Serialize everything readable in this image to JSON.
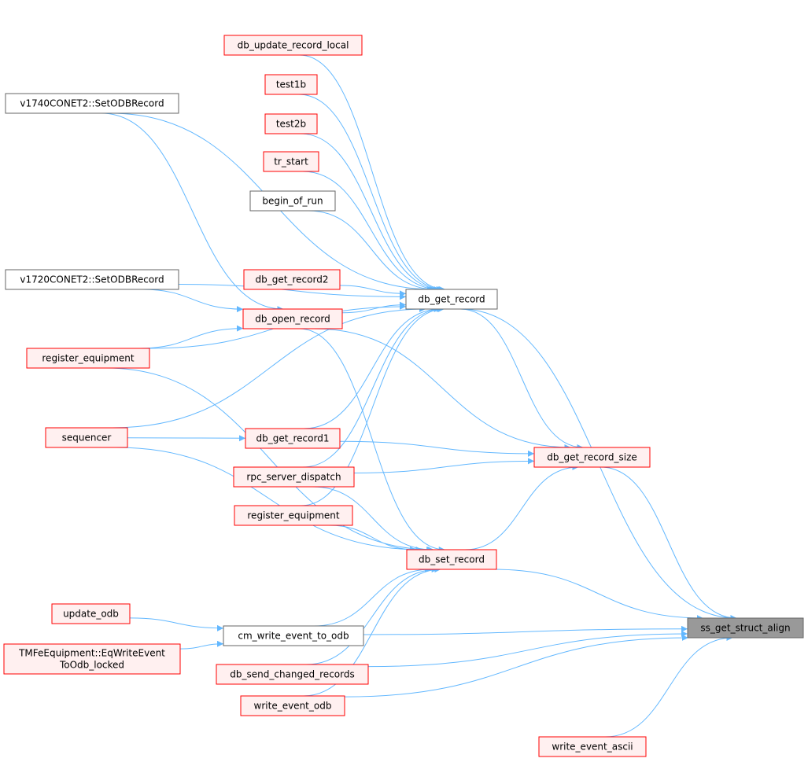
{
  "title": "ss_get_struct_align",
  "colors": {
    "edge": "#63b8ff",
    "node_red_border": "#ff0000",
    "node_red_fill": "#fff0f0",
    "node_plain_border": "#666666",
    "node_plain_fill": "#ffffff",
    "node_focus_fill": "#999999",
    "node_focus_border": "#666666"
  },
  "nodes": [
    {
      "id": "db_update_record_local",
      "lines": [
        "db_update_record_local"
      ],
      "style": "red"
    },
    {
      "id": "test1b",
      "lines": [
        "test1b"
      ],
      "style": "red"
    },
    {
      "id": "test2b",
      "lines": [
        "test2b"
      ],
      "style": "red"
    },
    {
      "id": "tr_start",
      "lines": [
        "tr_start"
      ],
      "style": "red"
    },
    {
      "id": "begin_of_run",
      "lines": [
        "begin_of_run"
      ],
      "style": "plain"
    },
    {
      "id": "v1740",
      "lines": [
        "v1740CONET2::SetODBRecord"
      ],
      "style": "plain"
    },
    {
      "id": "v1720",
      "lines": [
        "v1720CONET2::SetODBRecord"
      ],
      "style": "plain"
    },
    {
      "id": "db_get_record2",
      "lines": [
        "db_get_record2"
      ],
      "style": "red"
    },
    {
      "id": "db_get_record",
      "lines": [
        "db_get_record"
      ],
      "style": "plain"
    },
    {
      "id": "db_open_record",
      "lines": [
        "db_open_record"
      ],
      "style": "red"
    },
    {
      "id": "register_equipment_l",
      "lines": [
        "register_equipment"
      ],
      "style": "red"
    },
    {
      "id": "sequencer",
      "lines": [
        "sequencer"
      ],
      "style": "red"
    },
    {
      "id": "db_get_record1",
      "lines": [
        "db_get_record1"
      ],
      "style": "red"
    },
    {
      "id": "db_get_record_size",
      "lines": [
        "db_get_record_size"
      ],
      "style": "red"
    },
    {
      "id": "rpc_server_dispatch",
      "lines": [
        "rpc_server_dispatch"
      ],
      "style": "red"
    },
    {
      "id": "register_equipment_m",
      "lines": [
        "register_equipment"
      ],
      "style": "red"
    },
    {
      "id": "db_set_record",
      "lines": [
        "db_set_record"
      ],
      "style": "red"
    },
    {
      "id": "update_odb",
      "lines": [
        "update_odb"
      ],
      "style": "red"
    },
    {
      "id": "cm_write_event_to_odb",
      "lines": [
        "cm_write_event_to_odb"
      ],
      "style": "plain"
    },
    {
      "id": "tmfe",
      "lines": [
        "TMFeEquipment::EqWriteEvent",
        "ToOdb_locked"
      ],
      "style": "red"
    },
    {
      "id": "ss_get_struct_align",
      "lines": [
        "ss_get_struct_align"
      ],
      "style": "focus"
    },
    {
      "id": "db_send_changed_records",
      "lines": [
        "db_send_changed_records"
      ],
      "style": "red"
    },
    {
      "id": "write_event_odb",
      "lines": [
        "write_event_odb"
      ],
      "style": "red"
    },
    {
      "id": "write_event_ascii",
      "lines": [
        "write_event_ascii"
      ],
      "style": "red"
    }
  ],
  "edges": [
    [
      "db_update_record_local",
      "db_get_record"
    ],
    [
      "test1b",
      "db_get_record"
    ],
    [
      "test2b",
      "db_get_record"
    ],
    [
      "tr_start",
      "db_get_record"
    ],
    [
      "begin_of_run",
      "db_get_record"
    ],
    [
      "v1740",
      "db_get_record"
    ],
    [
      "v1740",
      "db_open_record"
    ],
    [
      "v1720",
      "db_get_record"
    ],
    [
      "v1720",
      "db_open_record"
    ],
    [
      "db_get_record2",
      "db_get_record"
    ],
    [
      "db_open_record",
      "db_get_record"
    ],
    [
      "db_open_record",
      "db_get_record_size"
    ],
    [
      "db_open_record",
      "db_set_record"
    ],
    [
      "register_equipment_l",
      "db_open_record"
    ],
    [
      "register_equipment_l",
      "db_get_record"
    ],
    [
      "register_equipment_l",
      "db_set_record"
    ],
    [
      "sequencer",
      "db_get_record"
    ],
    [
      "sequencer",
      "db_get_record1"
    ],
    [
      "sequencer",
      "db_set_record"
    ],
    [
      "db_get_record1",
      "db_get_record"
    ],
    [
      "db_get_record1",
      "db_get_record_size"
    ],
    [
      "rpc_server_dispatch",
      "db_get_record"
    ],
    [
      "rpc_server_dispatch",
      "db_get_record_size"
    ],
    [
      "rpc_server_dispatch",
      "db_set_record"
    ],
    [
      "register_equipment_m",
      "db_get_record"
    ],
    [
      "register_equipment_m",
      "db_set_record"
    ],
    [
      "db_get_record",
      "db_get_record_size"
    ],
    [
      "db_get_record",
      "ss_get_struct_align"
    ],
    [
      "db_get_record_size",
      "ss_get_struct_align"
    ],
    [
      "db_set_record",
      "db_get_record_size"
    ],
    [
      "db_set_record",
      "ss_get_struct_align"
    ],
    [
      "update_odb",
      "cm_write_event_to_odb"
    ],
    [
      "tmfe",
      "cm_write_event_to_odb"
    ],
    [
      "cm_write_event_to_odb",
      "db_set_record"
    ],
    [
      "cm_write_event_to_odb",
      "ss_get_struct_align"
    ],
    [
      "db_send_changed_records",
      "db_set_record"
    ],
    [
      "db_send_changed_records",
      "ss_get_struct_align"
    ],
    [
      "write_event_odb",
      "db_set_record"
    ],
    [
      "write_event_odb",
      "ss_get_struct_align"
    ],
    [
      "write_event_ascii",
      "ss_get_struct_align"
    ]
  ]
}
